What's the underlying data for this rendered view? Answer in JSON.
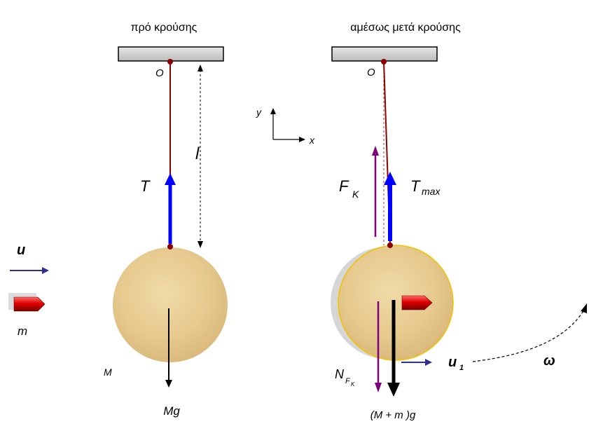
{
  "titles": {
    "before": "πρό κρούσης",
    "after": "αμέσως μετά κρούσης"
  },
  "labels": {
    "pivot_left": "O",
    "pivot_right": "O",
    "length": "l",
    "tension": "T",
    "tension_max": "T",
    "tension_max_sub": "max",
    "force_k": "F",
    "force_k_sub": "K",
    "weight": "Mg",
    "weight_combined": "(M + m )g",
    "mass_M": "M",
    "mass_m": "m",
    "velocity_u": "u",
    "velocity_u1": "u",
    "velocity_u1_sub": "1",
    "normal": "N",
    "normal_sub": "F",
    "normal_subsub": "K",
    "omega": "ω",
    "axis_x": "x",
    "axis_y": "y"
  },
  "colors": {
    "tension_arrow": "#0000ff",
    "force_arrow": "#7b007b",
    "rod": "#8b0000",
    "disc_fill": "#e8cf9a",
    "disc_edge_right": "#f2c200",
    "velocity_arrow": "#2f2f8f",
    "bullet": "#e01010",
    "support": "#cccccc"
  }
}
